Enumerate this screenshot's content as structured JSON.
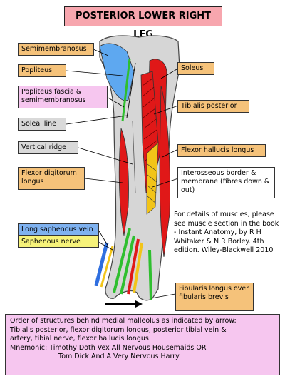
{
  "title": "POSTERIOR LOWER RIGHT LEG",
  "labels": {
    "semimembranosus": "Semimembranosus",
    "popliteus": "Popliteus",
    "popliteus_fascia": "Popliteus fascia & semimembranosus",
    "soleal_line": "Soleal line",
    "vertical_ridge": "Vertical ridge",
    "fdl": "Flexor digitorum longus",
    "soleus": "Soleus",
    "tibialis_posterior": "Tibialis posterior",
    "fhl": "Flexor hallucis longus",
    "interosseous": "Interosseous border & membrane (fibres down & out)",
    "long_saphenous": "Long saphenous vein",
    "saphenous_nerve": "Saphenous nerve",
    "fibularis": "Fibularis longus over fibularis brevis"
  },
  "note": "For details of muscles, please see muscle section in the book - Instant Anatomy, by R H Whitaker & N R Borley. 4th edition. Wiley-Blackwell 2010",
  "bottom": {
    "line1": "Order of structures behind medial malleolus as indicated by arrow:",
    "line2": "Tibialis posterior, flexor digitorum longus, posterior tibial vein &",
    "line3": "artery, tibial nerve, flexor hallucis longus",
    "line4": "Mnemonic:  Timothy Doth Vex All Nervous Housemaids OR",
    "line5": "Tom Dick And A Very Nervous Harry"
  },
  "colors": {
    "bone": "#d6d6d6",
    "muscle_red": "#e01818",
    "popliteus_blue": "#5ea8f0",
    "nerve_green": "#2fbf2f",
    "membrane_yellow": "#f2c418",
    "vein_blue": "#2f6fe0"
  }
}
